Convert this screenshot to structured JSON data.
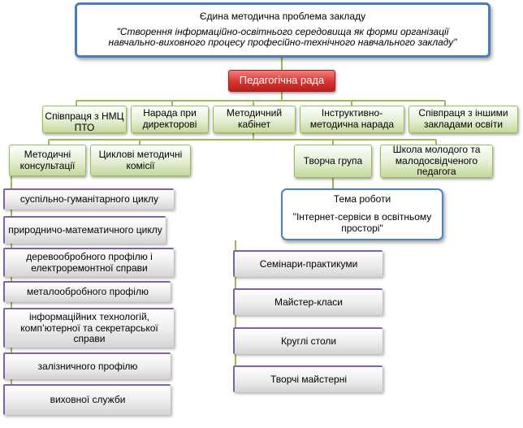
{
  "main": {
    "title": "Єдина методична проблема закладу",
    "subtitle_line1": "\"Створення інформаційно-освітнього середовища як форми організації",
    "subtitle_line2": "навчально-виховного процесу професійно-технічного навчального закладу\""
  },
  "council": "Педагогічна рада",
  "level2": [
    "Співпраця з НМЦ ПТО",
    "Нарада при директорові",
    "Методичний кабінет",
    "Інструктивно-методична нарада",
    "Співпраця з іншими закладами освіти"
  ],
  "level3": {
    "consultations": "Методичні консультації",
    "commissions": "Циклові методичні комісії",
    "creative_group": "Творча група",
    "young_teacher_school": "Школа молодого та малодосвідченого педагога"
  },
  "commissions": [
    "суспільно-гуманітарного циклу",
    "природничо-математичного циклу",
    "деревообробного профілю і електроремонтної справи",
    "металообробного профілю",
    "інформаційних технологій, комп’ютерної та секретарської справи",
    "залізничного профілю",
    "виховної служби"
  ],
  "topic": {
    "heading": "Тема роботи",
    "text": "\"Інтернет-сервіси в освітньому просторі\""
  },
  "activities": [
    "Семінари-практикуми",
    "Майстер-класи",
    "Круглі столи",
    "Творчі майстерні"
  ]
}
